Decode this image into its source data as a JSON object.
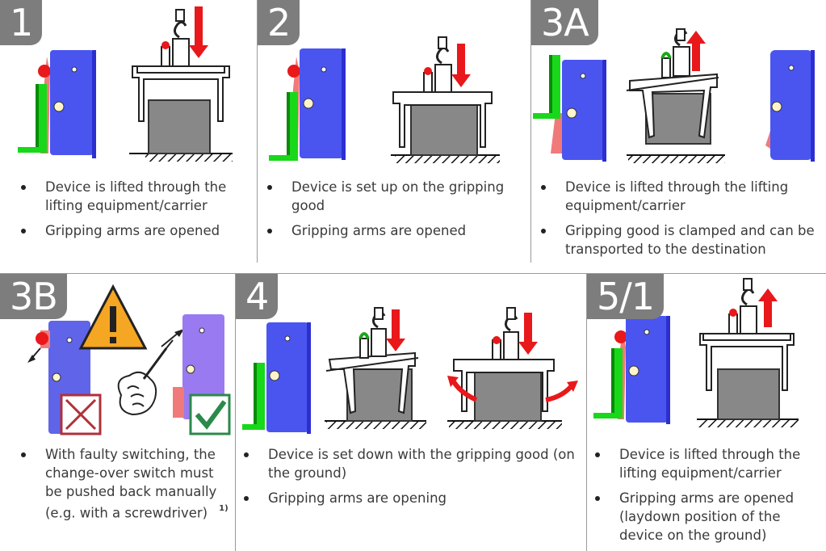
{
  "colors": {
    "device_blue": "#4a55f0",
    "device_dark": "#2c2fd0",
    "green": "#18d81a",
    "red": "#e8181b",
    "gray_box": "#888888",
    "badge_gray": "#7d7d7d",
    "hatch": "#111111"
  },
  "panels": [
    {
      "id": "1",
      "badge": "1",
      "bullets": [
        "Device is lifted through the lifting equipment/carrier",
        "Gripping arms are opened"
      ]
    },
    {
      "id": "2",
      "badge": "2",
      "bullets": [
        "Device is set up on the gripping good",
        "Gripping arms are opened"
      ]
    },
    {
      "id": "3A",
      "badge": "3A",
      "bullets": [
        "Device is lifted through the lifting equipment/carrier",
        "Gripping good is clamped and can be transported to the destination"
      ]
    },
    {
      "id": "3B",
      "badge": "3B",
      "bullets": [
        "With faulty switching, the change-over switch must be pushed back manually (e.g. with a screwdriver)"
      ],
      "footnote": "1)",
      "icons": [
        "warning-icon",
        "cross-mark-icon",
        "check-mark-icon",
        "screwdriver-hand-icon"
      ]
    },
    {
      "id": "4",
      "badge": "4",
      "bullets": [
        "Device is set down with the gripping good (on the ground)",
        "Gripping arms are opening"
      ]
    },
    {
      "id": "5/1",
      "badge": "5/1",
      "bullets": [
        "Device is lifted through the lifting equipment/carrier",
        "Gripping arms are opened (laydown position of the device on the ground)"
      ]
    }
  ]
}
